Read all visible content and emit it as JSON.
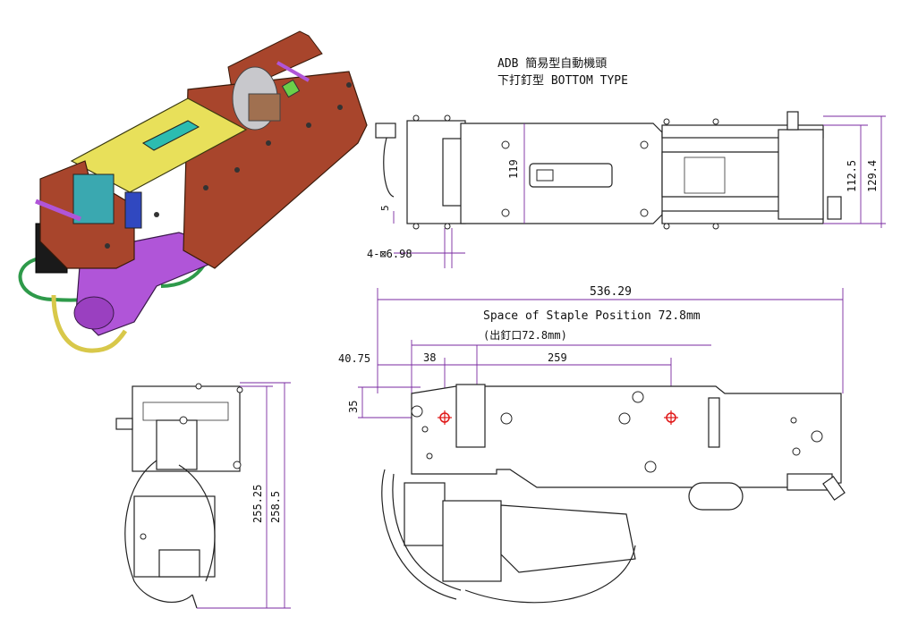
{
  "title_line_1": "ADB 簡易型自動機頭",
  "title_line_2": "下打釘型  BOTTOM TYPE",
  "top_view": {
    "dim_119": "119",
    "dim_112_5": "112.5",
    "dim_129_4": "129.4",
    "dim_5": "5",
    "dim_hole": "4-⊠6.98"
  },
  "side_view": {
    "dim_536_29": "536.29",
    "staple_position": "Space of Staple Position 72.8mm",
    "staple_position_cn": "(出釘口72.8mm)",
    "dim_40_75": "40.75",
    "dim_38": "38",
    "dim_259": "259",
    "dim_35": "35"
  },
  "end_view": {
    "dim_255_25": "255.25",
    "dim_258_5": "258.5"
  },
  "colors": {
    "dimension": "#7a2aa0",
    "cover_yellow": "#e8e05a",
    "plate_brown": "#a8452c",
    "motor_purple": "#b055d8",
    "hose_green": "#2e9a4a",
    "hose_yellow": "#d8c84a",
    "marker_red": "#e01818"
  }
}
